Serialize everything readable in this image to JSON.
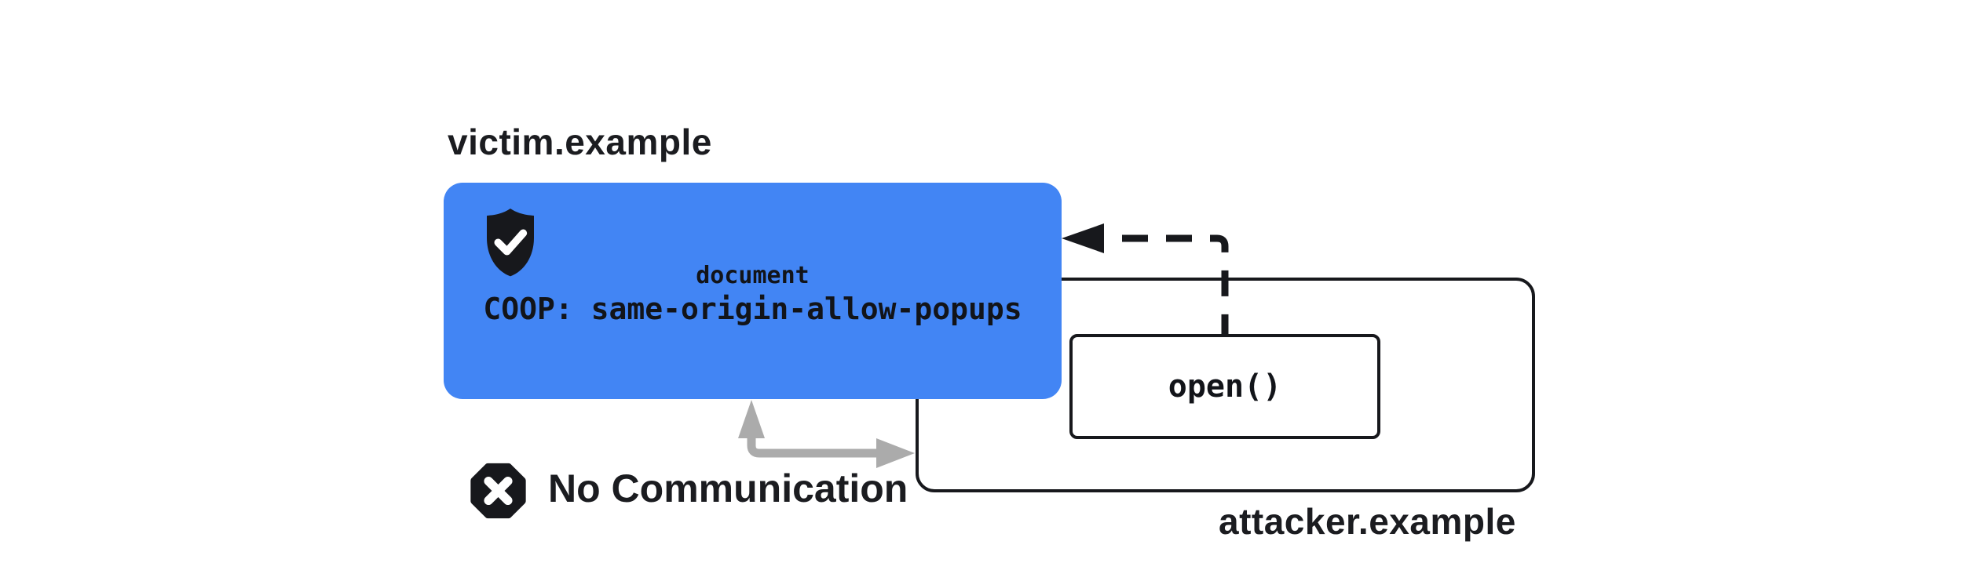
{
  "diagram": {
    "background": "#FFFFFF",
    "victim": {
      "domain": "victim.example",
      "document_label": "document",
      "coop_header": "COOP: same-origin-allow-popups",
      "box_color": "#4285F4",
      "shield_icon": "shield-with-checkmark",
      "shield_color": "#17181C",
      "text_color": "#121419"
    },
    "attacker": {
      "domain": "attacker.example",
      "open_call": "open()",
      "border_color": "#17181C"
    },
    "connections": {
      "popup_open_arrow": {
        "style": "dashed",
        "color": "#17181C",
        "from": "open()",
        "to": "victim document"
      },
      "no_communication": {
        "label": "No Communication",
        "icon": "blocked-x-octagon",
        "icon_color": "#17181C",
        "arrow_color": "#ABABAB"
      }
    }
  }
}
